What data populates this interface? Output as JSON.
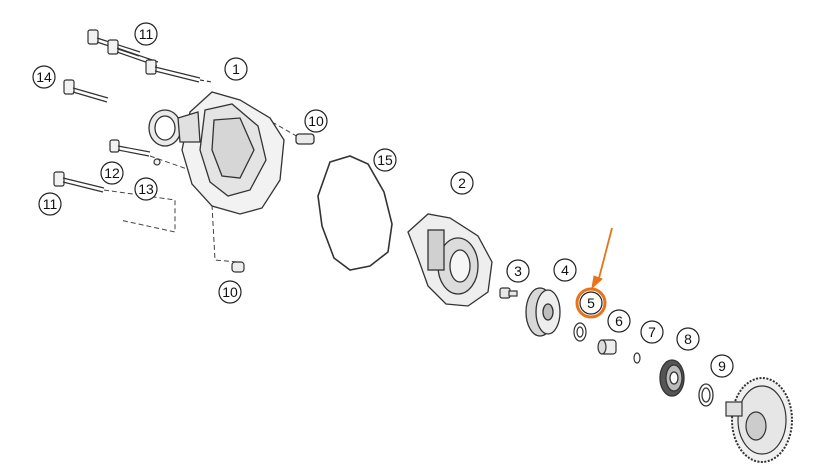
{
  "diagram": {
    "callouts": [
      {
        "id": "c11a",
        "label": "11"
      },
      {
        "id": "c1",
        "label": "1"
      },
      {
        "id": "c14",
        "label": "14"
      },
      {
        "id": "c10a",
        "label": "10"
      },
      {
        "id": "c15",
        "label": "15"
      },
      {
        "id": "c12",
        "label": "12"
      },
      {
        "id": "c13",
        "label": "13"
      },
      {
        "id": "c11b",
        "label": "11"
      },
      {
        "id": "c2",
        "label": "2"
      },
      {
        "id": "c10b",
        "label": "10"
      },
      {
        "id": "c3",
        "label": "3"
      },
      {
        "id": "c4",
        "label": "4"
      },
      {
        "id": "c5",
        "label": "5"
      },
      {
        "id": "c6",
        "label": "6"
      },
      {
        "id": "c7",
        "label": "7"
      },
      {
        "id": "c8",
        "label": "8"
      },
      {
        "id": "c9",
        "label": "9"
      }
    ],
    "highlight": {
      "label": "5",
      "color": "#e8731a"
    },
    "colors": {
      "line": "#333333",
      "part_fill": "#f2f2f2",
      "part_shade": "#cfcfcf",
      "highlight": "#e8731a"
    }
  }
}
